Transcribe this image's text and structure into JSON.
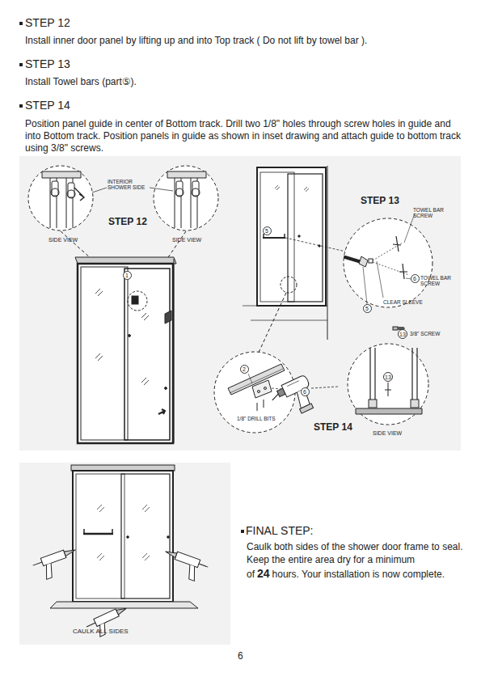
{
  "diagram": {
    "nodes": [
      {
        "text": [
          "1"
        ]
      },
      {
        "text": [
          "5"
        ]
      },
      {
        "text": [
          "6"
        ]
      },
      {
        "text": [
          "5"
        ]
      },
      {
        "text": [
          "13"
        ]
      },
      {
        "text": [
          "2"
        ]
      },
      {
        "text": [
          "6"
        ]
      },
      {
        "text": [
          "13"
        ]
      }
    ],
    "labels": [
      "STEP 12",
      "Install inner door panel by lifting up and into Top track ( Do not lift by towel bar ).",
      "STEP 13",
      "Install Towel bars (part⑤).",
      "STEP 14",
      "Position panel guide in center of Bottom track. Drill two 1/8\" holes through screw holes in guide and into Bottom track. Position panels in guide as shown in inset drawing and attach guide to bottom track using 3/8\" screws.",
      "INTERIOR SHOWER SIDE",
      "STEP 12",
      "SIDE VIEW",
      "SIDE VIEW",
      "STEP 13",
      "TOWEL BAR SCREW",
      "TOWEL BAR SCREW",
      "CLEAR SLEEVE",
      "3/8\" SCREW",
      "1/8\" DRILL BITS",
      "STEP 14",
      "SIDE VIEW",
      "FINAL STEP:",
      "Caulk both sides of the shower door frame to seal. Keep the entire area dry for a minimum of",
      "24",
      "hours. Your installation is now complete.",
      "CAULK ALL SIDES",
      "6"
    ]
  }
}
